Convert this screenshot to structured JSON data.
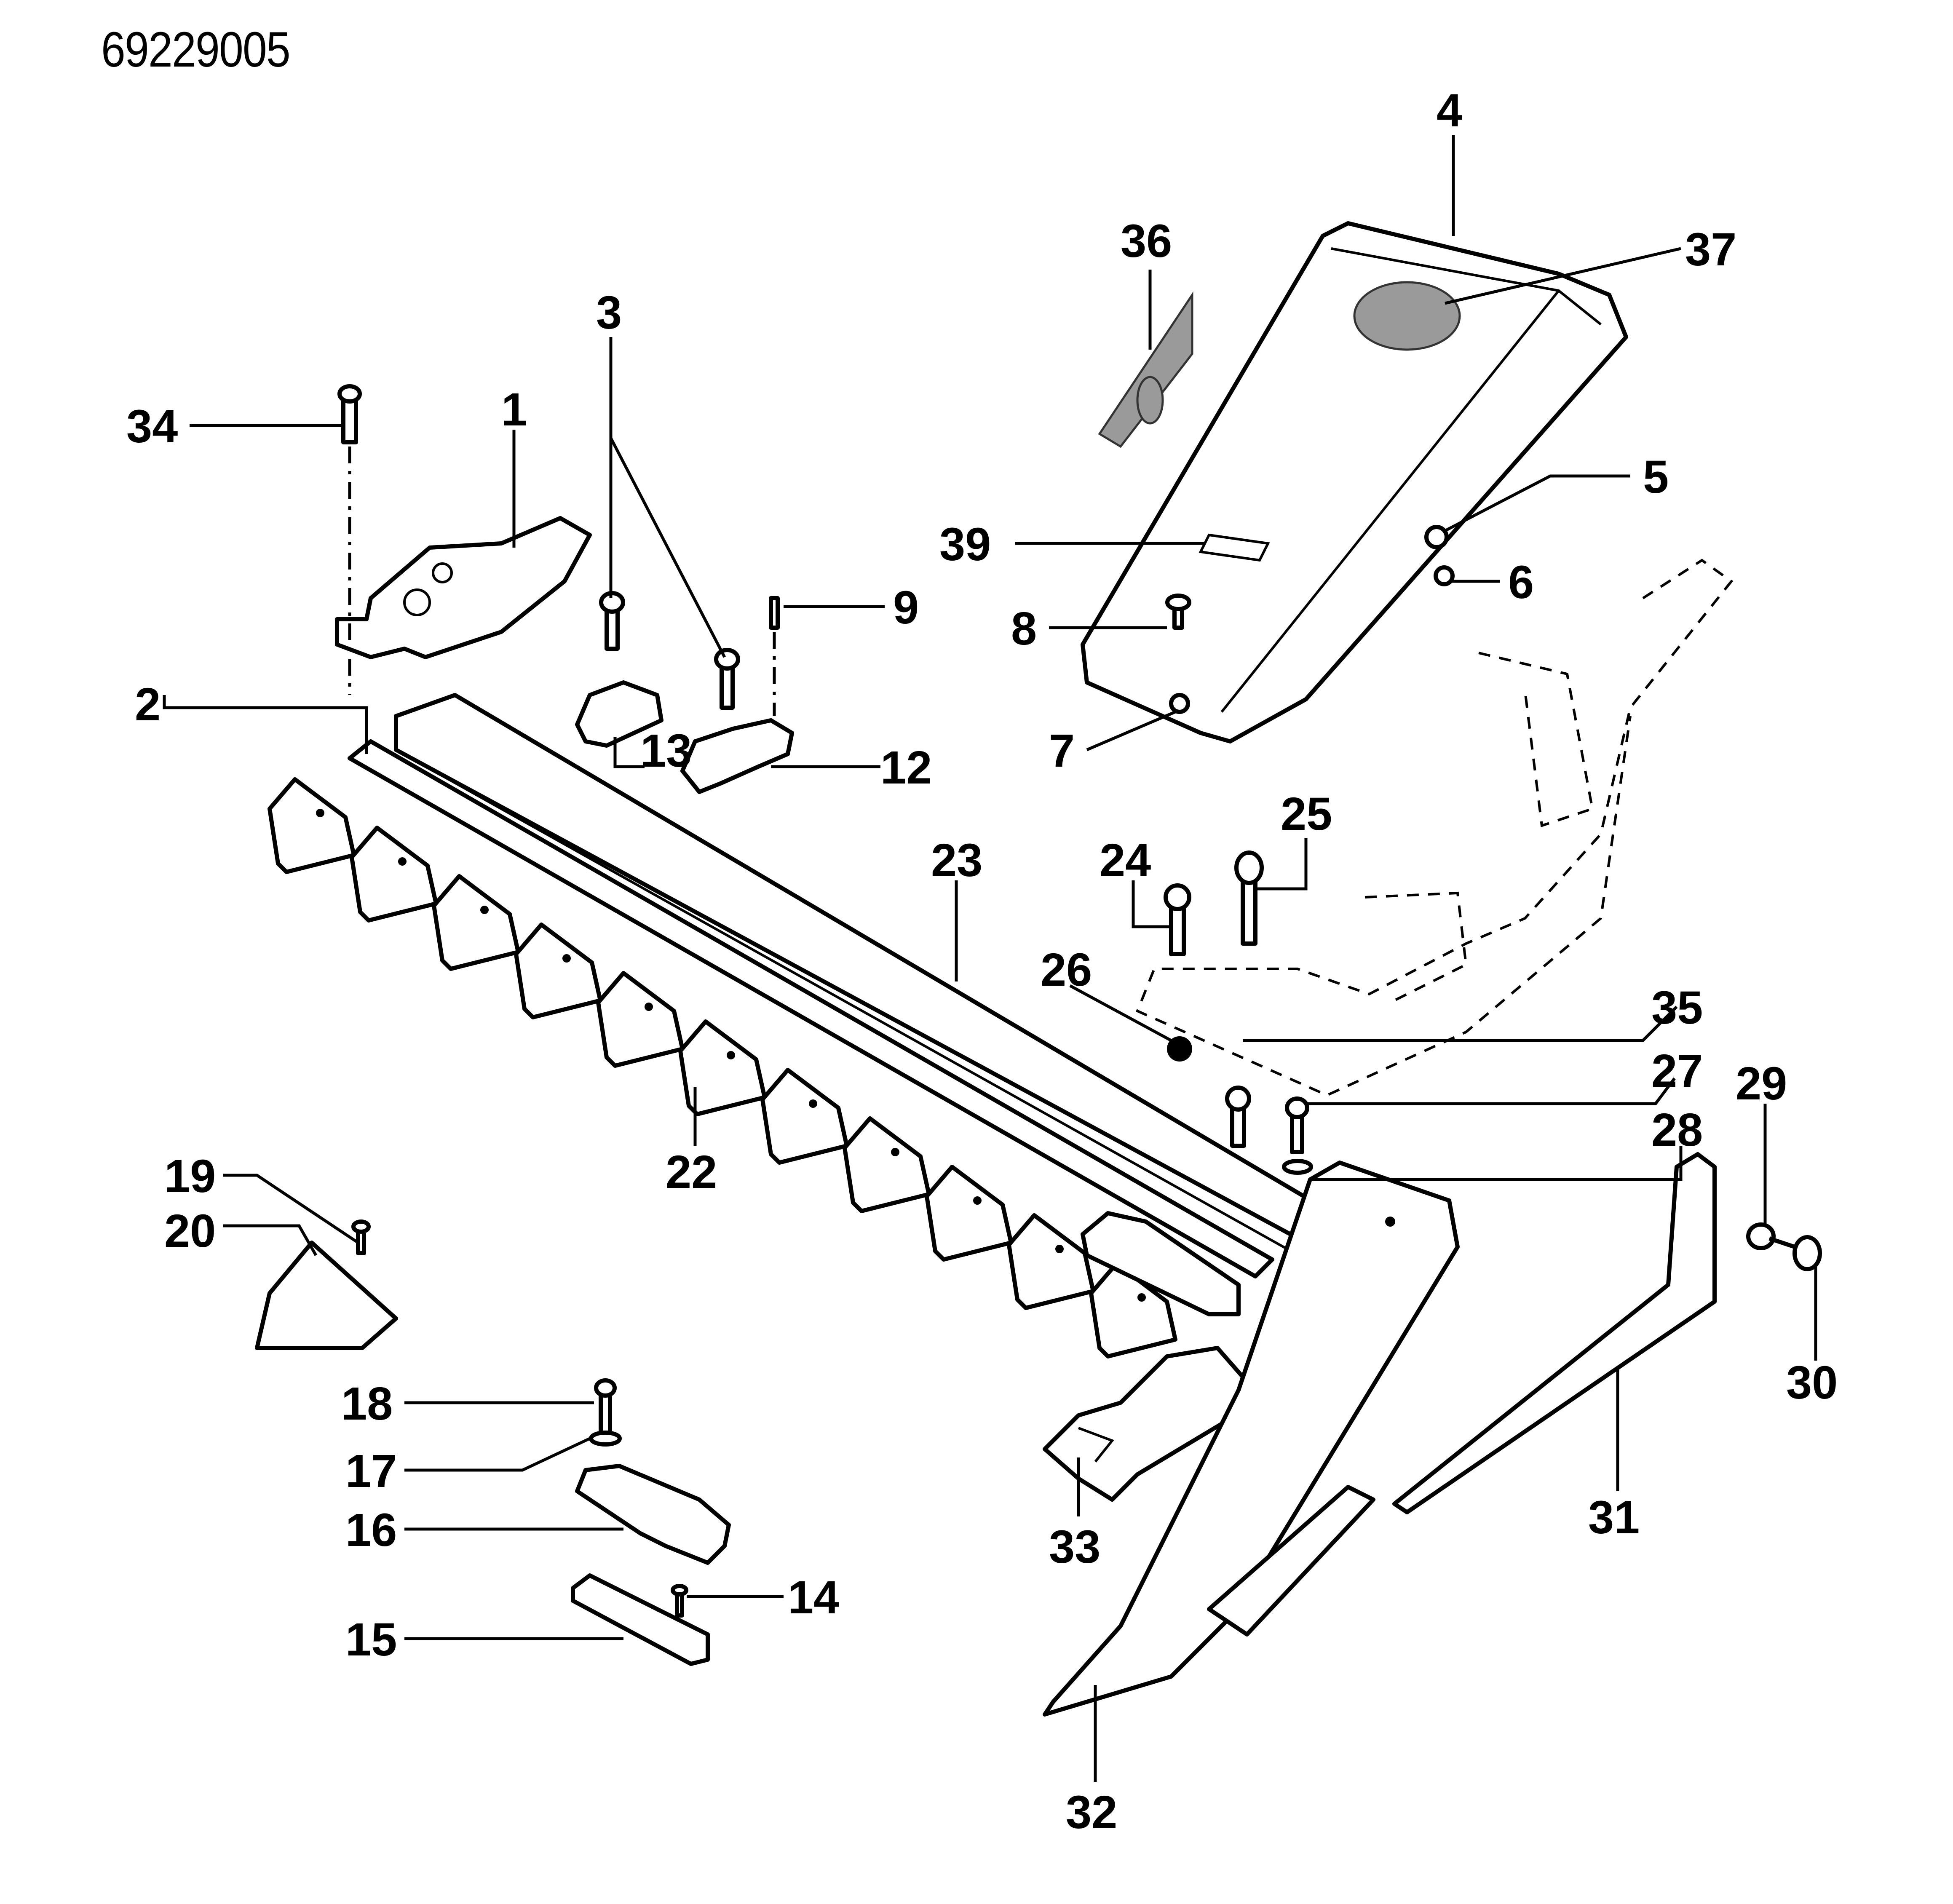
{
  "document": {
    "number": "69229005",
    "type": "exploded parts diagram",
    "subject": "cutter bar assembly"
  },
  "callouts": [
    {
      "id": "c1",
      "label": "1"
    },
    {
      "id": "c2",
      "label": "2"
    },
    {
      "id": "c3",
      "label": "3"
    },
    {
      "id": "c4",
      "label": "4"
    },
    {
      "id": "c5",
      "label": "5"
    },
    {
      "id": "c6",
      "label": "6"
    },
    {
      "id": "c7",
      "label": "7"
    },
    {
      "id": "c8",
      "label": "8"
    },
    {
      "id": "c9",
      "label": "9"
    },
    {
      "id": "c12",
      "label": "12"
    },
    {
      "id": "c13",
      "label": "13"
    },
    {
      "id": "c14",
      "label": "14"
    },
    {
      "id": "c15",
      "label": "15"
    },
    {
      "id": "c16",
      "label": "16"
    },
    {
      "id": "c17",
      "label": "17"
    },
    {
      "id": "c18",
      "label": "18"
    },
    {
      "id": "c19",
      "label": "19"
    },
    {
      "id": "c20",
      "label": "20"
    },
    {
      "id": "c22",
      "label": "22"
    },
    {
      "id": "c23",
      "label": "23"
    },
    {
      "id": "c24",
      "label": "24"
    },
    {
      "id": "c25",
      "label": "25"
    },
    {
      "id": "c26",
      "label": "26"
    },
    {
      "id": "c27",
      "label": "27"
    },
    {
      "id": "c28",
      "label": "28"
    },
    {
      "id": "c29",
      "label": "29"
    },
    {
      "id": "c30",
      "label": "30"
    },
    {
      "id": "c31",
      "label": "31"
    },
    {
      "id": "c32",
      "label": "32"
    },
    {
      "id": "c33",
      "label": "33"
    },
    {
      "id": "c34",
      "label": "34"
    },
    {
      "id": "c35",
      "label": "35"
    },
    {
      "id": "c36",
      "label": "36"
    },
    {
      "id": "c37",
      "label": "37"
    },
    {
      "id": "c39",
      "label": "39"
    }
  ],
  "labels": {
    "l1": "1",
    "l2": "2",
    "l3": "3",
    "l4": "4",
    "l5": "5",
    "l6": "6",
    "l7": "7",
    "l8": "8",
    "l9": "9",
    "l12": "12",
    "l13": "13",
    "l14": "14",
    "l15": "15",
    "l16": "16",
    "l17": "17",
    "l18": "18",
    "l19": "19",
    "l20": "20",
    "l22": "22",
    "l23": "23",
    "l24": "24",
    "l25": "25",
    "l26": "26",
    "l27": "27",
    "l28": "28",
    "l29": "29",
    "l30": "30",
    "l31": "31",
    "l32": "32",
    "l33": "33",
    "l34": "34",
    "l35": "35",
    "l36": "36",
    "l37": "37",
    "l39": "39"
  },
  "colors": {
    "ink": "#000000",
    "paper": "#ffffff",
    "decal_fill": "#9a9a9a"
  }
}
